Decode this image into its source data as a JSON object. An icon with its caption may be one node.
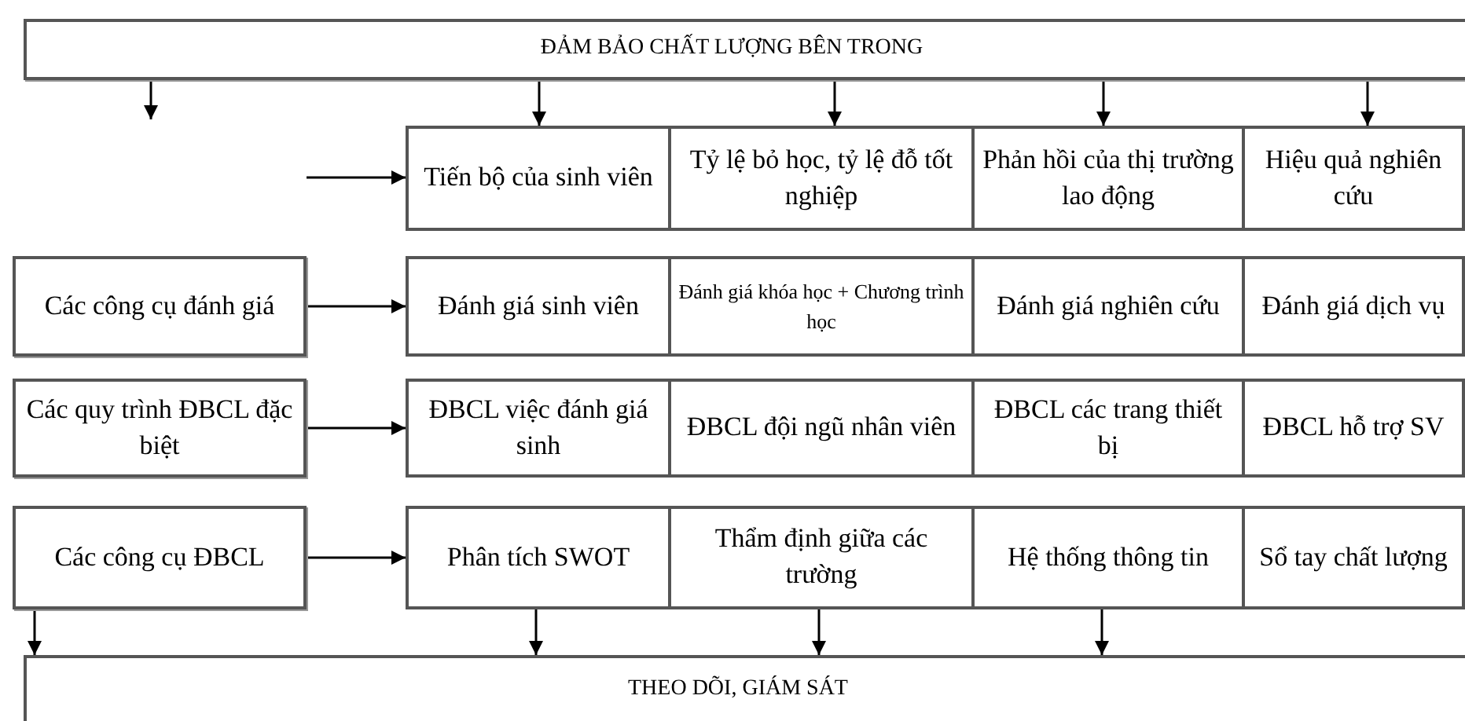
{
  "diagram": {
    "nodes": [
      {
        "text": [
          "ĐẢM BẢO CHẤT LƯỢNG BÊN TRONG"
        ]
      },
      {
        "text": [
          "Tiến bộ của sinh viên"
        ]
      },
      {
        "text": [
          "Tỷ lệ bỏ học, tỷ lệ đỗ tốt nghiệp"
        ]
      },
      {
        "text": [
          "Phản hồi của thị trường lao động"
        ]
      },
      {
        "text": [
          "Hiệu quả nghiên cứu"
        ]
      },
      {
        "text": [
          "Các công cụ đánh giá"
        ]
      },
      {
        "text": [
          "Đánh giá sinh viên"
        ]
      },
      {
        "text": [
          "Đánh giá khóa học + Chương trình học"
        ]
      },
      {
        "text": [
          "Đánh giá nghiên cứu"
        ]
      },
      {
        "text": [
          "Đánh giá dịch vụ"
        ]
      },
      {
        "text": [
          "Các quy trình ĐBCL đặc biệt"
        ]
      },
      {
        "text": [
          "ĐBCL việc đánh giá sinh"
        ]
      },
      {
        "text": [
          "ĐBCL đội ngũ nhân viên"
        ]
      },
      {
        "text": [
          "ĐBCL các trang thiết bị"
        ]
      },
      {
        "text": [
          "ĐBCL hỗ trợ SV"
        ]
      },
      {
        "text": [
          "Các công cụ ĐBCL"
        ]
      },
      {
        "text": [
          "Phân tích SWOT"
        ]
      },
      {
        "text": [
          "Thẩm định giữa các trường"
        ]
      },
      {
        "text": [
          "Hệ thống thông tin"
        ]
      },
      {
        "text": [
          "Sổ tay chất lượng"
        ]
      },
      {
        "text": [
          "THEO DÕI, GIÁM SÁT"
        ]
      }
    ],
    "edges": [
      {
        "from": 0,
        "to": null,
        "arrow": "to"
      },
      {
        "from": 0,
        "to": 1,
        "arrow": "to"
      },
      {
        "from": 0,
        "to": 2,
        "arrow": "to"
      },
      {
        "from": 0,
        "to": 3,
        "arrow": "to"
      },
      {
        "from": 0,
        "to": 4,
        "arrow": "to"
      },
      {
        "from": null,
        "to": 1,
        "arrow": "to"
      },
      {
        "from": 5,
        "to": 6,
        "arrow": "to"
      },
      {
        "from": 10,
        "to": 11,
        "arrow": "to"
      },
      {
        "from": 15,
        "to": 16,
        "arrow": "to"
      },
      {
        "from": 15,
        "to": 20,
        "arrow": "to"
      },
      {
        "from": 16,
        "to": 20,
        "arrow": "to"
      },
      {
        "from": 17,
        "to": 20,
        "arrow": "to"
      },
      {
        "from": 18,
        "to": 20,
        "arrow": "to"
      }
    ]
  }
}
